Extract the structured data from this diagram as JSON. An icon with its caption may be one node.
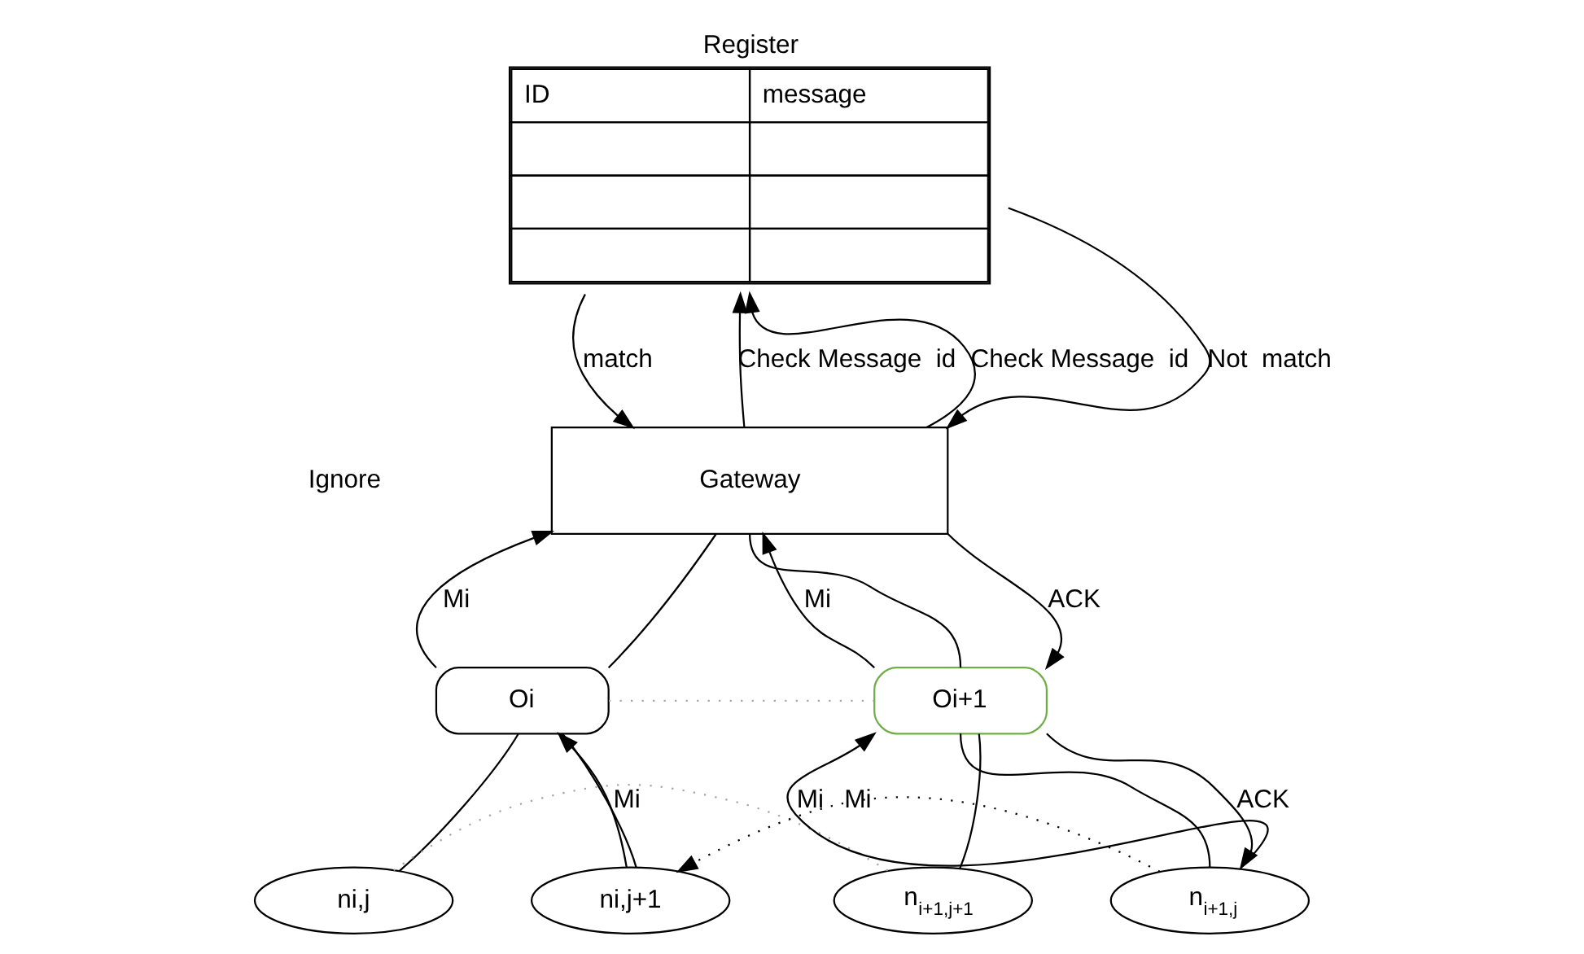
{
  "diagram": {
    "nodes": [
      {
        "text": [
          "Register",
          "ID",
          "message"
        ]
      },
      {
        "text": [
          "Gateway"
        ]
      },
      {
        "text": [
          "Oi"
        ]
      },
      {
        "text": [
          "Oi+1"
        ]
      },
      {
        "text": [
          "ni,j"
        ]
      },
      {
        "text": [
          "ni,j+1"
        ]
      },
      {
        "text": [
          "n$_{i+1,j}$"
        ]
      },
      {
        "text": [
          "n$_{i+1,j+1}$"
        ]
      }
    ],
    "edges": [
      {
        "from": 0,
        "to": 1,
        "arrow": "to",
        "label": "match"
      },
      {
        "from": 1,
        "to": 0,
        "arrow": "to",
        "label": "Check Message  id"
      },
      {
        "from": 1,
        "to": 0,
        "arrow": "to",
        "label": "Check Message  id"
      },
      {
        "from": 0,
        "to": 1,
        "arrow": "to",
        "label": "Not  match"
      },
      {
        "from": 2,
        "to": 1,
        "arrow": "to",
        "label": "Mi"
      },
      {
        "from": 2,
        "to": 1,
        "arrow": "none"
      },
      {
        "from": 3,
        "to": 1,
        "arrow": "to",
        "label": "Mi"
      },
      {
        "from": 1,
        "to": 3,
        "arrow": "none"
      },
      {
        "from": 1,
        "to": 3,
        "arrow": "to",
        "label": "ACK"
      },
      {
        "from": 2,
        "to": 3,
        "arrow": "none",
        "style": "dashed",
        "color": "#a6a6a6"
      },
      {
        "from": 2,
        "to": 4,
        "arrow": "none"
      },
      {
        "from": 2,
        "to": 5,
        "arrow": "none"
      },
      {
        "from": 5,
        "to": 2,
        "arrow": "to",
        "label": "Mi"
      },
      {
        "from": 6,
        "to": 3,
        "arrow": "to",
        "label": "Mi"
      },
      {
        "from": 3,
        "to": 6,
        "arrow": "none"
      },
      {
        "from": 3,
        "to": 6,
        "arrow": "to",
        "label": "ACK"
      },
      {
        "from": 3,
        "to": 7,
        "arrow": "none"
      },
      {
        "from": 6,
        "to": 5,
        "arrow": "to",
        "label": "Mi",
        "style": "dashed"
      },
      {
        "from": 4,
        "to": 7,
        "arrow": "none",
        "style": "dashed",
        "color": "#a6a6a6"
      }
    ],
    "labels": [
      "Ignore"
    ]
  }
}
